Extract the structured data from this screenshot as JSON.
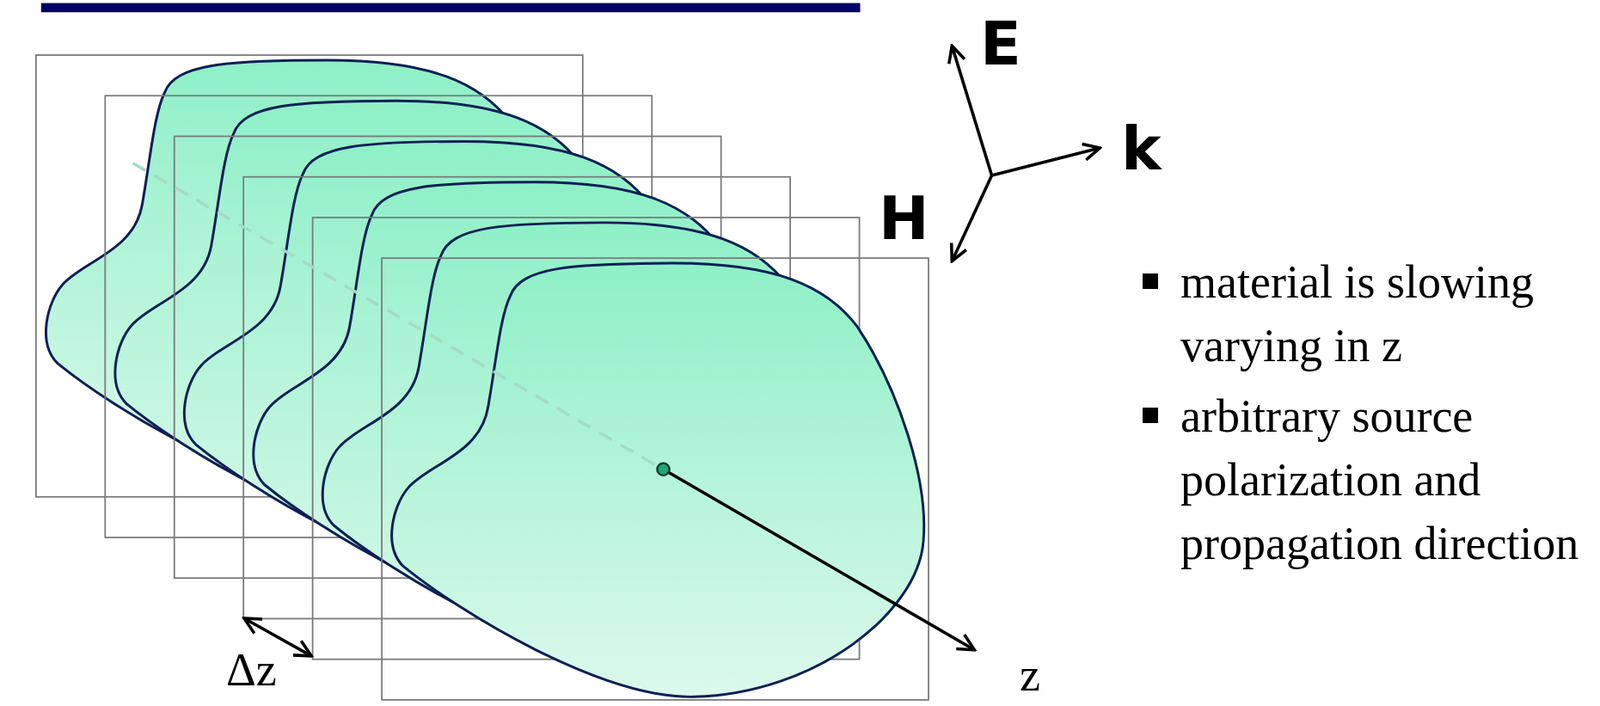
{
  "diagram": {
    "labels": [
      "E",
      "k",
      "H",
      "Δz",
      "z",
      "material is slowing varying in z",
      "arbitrary source polarization and propagation direction"
    ]
  }
}
